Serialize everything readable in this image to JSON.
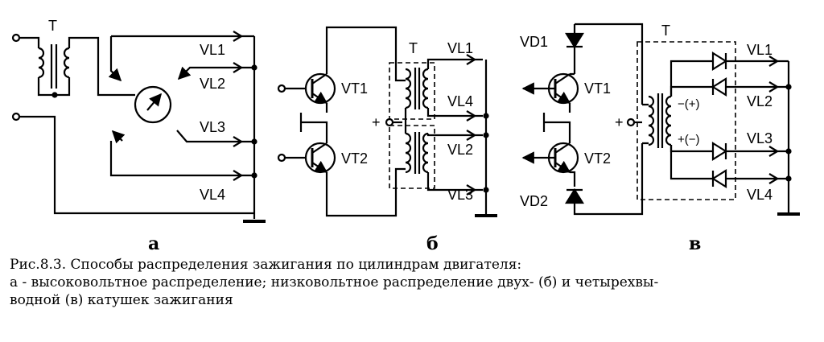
{
  "panels": {
    "a": {
      "letter": "а",
      "transformer": "T",
      "outputs": [
        "VL1",
        "VL2",
        "VL3",
        "VL4"
      ]
    },
    "b": {
      "letter": "б",
      "transformer": "T",
      "transistors": [
        "VT1",
        "VT2"
      ],
      "plus": "+",
      "outputs": [
        "VL1",
        "VL4",
        "VL2",
        "VL3"
      ]
    },
    "c": {
      "letter": "в",
      "transformer": "T",
      "diodes": [
        "VD1",
        "VD2"
      ],
      "transistors": [
        "VT1",
        "VT2"
      ],
      "plus": "+",
      "polarity_top": "−(+)",
      "polarity_bottom": "+(−)",
      "outputs": [
        "VL1",
        "VL2",
        "VL3",
        "VL4"
      ]
    }
  },
  "caption": {
    "line1": "Рис.8.3. Способы распределения зажигания по цилиндрам двигателя:",
    "line2": "а - высоковольтное распределение; низковольтное распределение двух- (б) и четырехвы-",
    "line3": "водной (в) катушек зажигания"
  }
}
